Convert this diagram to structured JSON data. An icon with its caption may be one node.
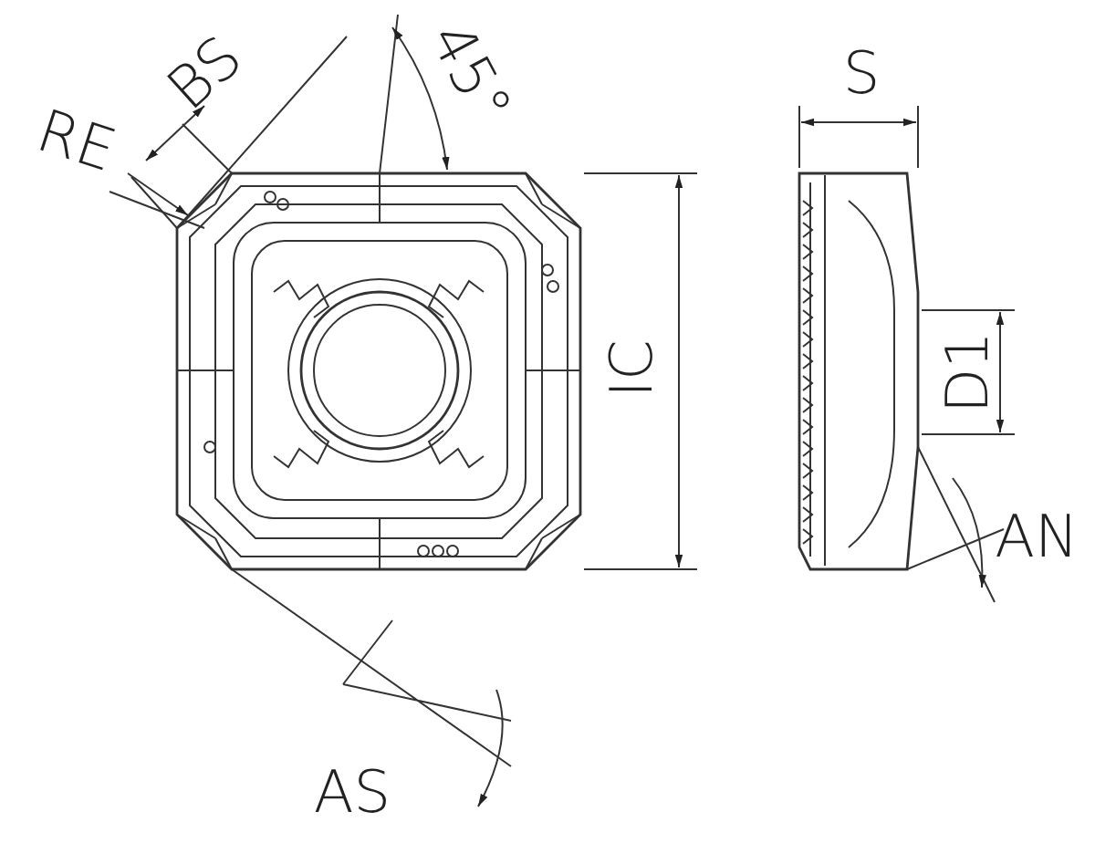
{
  "diagram": {
    "labels": [
      "BS",
      "45°",
      "S",
      "RE",
      "IC",
      "D1",
      "AN",
      "AS"
    ]
  }
}
